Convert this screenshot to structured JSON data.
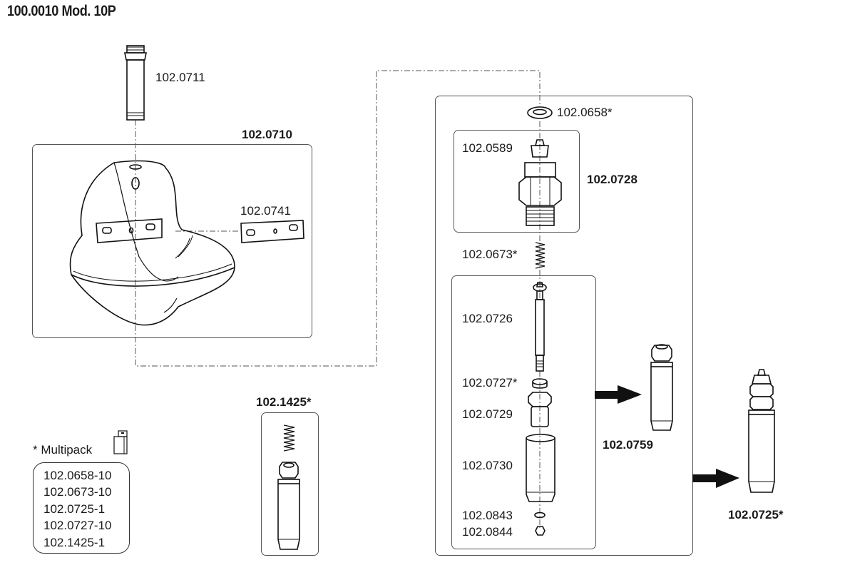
{
  "title": "100.0010 Mod. 10P",
  "bowl_group": {
    "label": "102.0710",
    "inlet_pipe": "102.0711",
    "mounting_plate": "102.0741"
  },
  "valve_group": {
    "washer_top": "102.0658*",
    "nozzle": "102.0589",
    "housing_assembly": "102.0728",
    "spring": "102.0673*",
    "pin": "102.0726",
    "seal": "102.0727*",
    "nut_sleeve": "102.0729",
    "tube": "102.0730",
    "small_washer": "102.0843",
    "small_nut": "102.0844"
  },
  "assemblies": {
    "valve_body": "102.0759",
    "complete_valve": "102.0725*",
    "spring_kit": "102.1425*"
  },
  "multipack": {
    "heading": "* Multipack",
    "icon": "package-icon",
    "items": [
      "102.0658-10",
      "102.0673-10",
      "102.0725-1",
      "102.0727-10",
      "102.1425-1"
    ]
  }
}
